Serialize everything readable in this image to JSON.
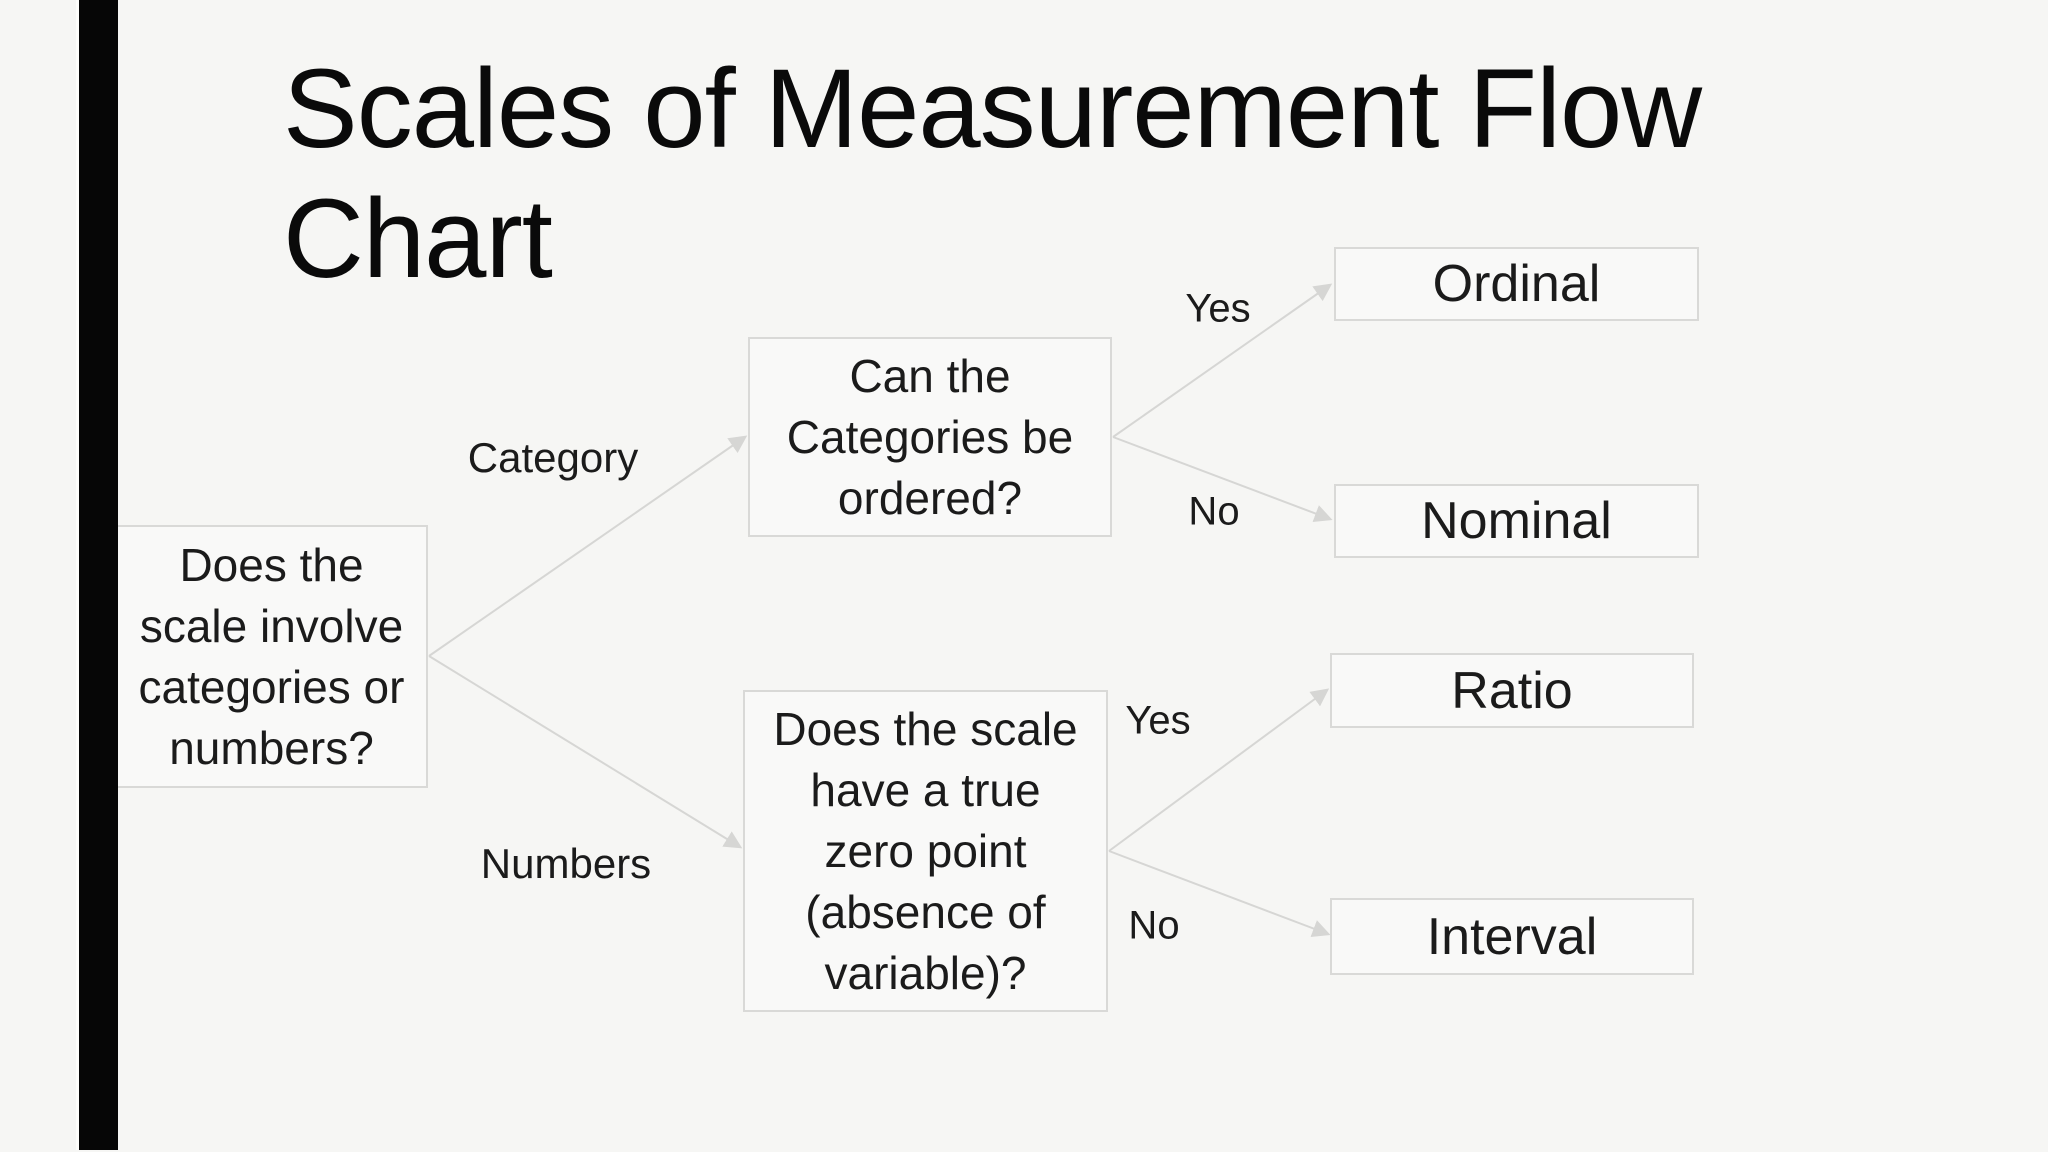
{
  "slide": {
    "title": "Scales of Measurement Flow Chart",
    "title_lines": [
      "Scales of Measurement Flow",
      "Chart"
    ],
    "colors": {
      "background": "#f6f6f4",
      "accent_bar": "#060606",
      "box_fill": "#f9f9f8",
      "box_border": "#d9d9d7",
      "connector": "#d6d6d4",
      "text": "#1b1b1b",
      "title_color": "#0a0a0a"
    }
  },
  "flowchart": {
    "decision_nodes": {
      "root": {
        "text": "Does the scale involve categories or numbers?",
        "lines": [
          "Does the",
          "scale involve",
          "categories or",
          "numbers?"
        ]
      },
      "categories": {
        "text": "Can the Categories be ordered?",
        "lines": [
          "Can the",
          "Categories be",
          "ordered?"
        ]
      },
      "numbers": {
        "text": "Does the scale have a true zero point (absence of variable)?",
        "lines": [
          "Does the scale",
          "have a true",
          "zero point",
          "(absence of",
          "variable)?"
        ]
      }
    },
    "edge_labels": {
      "category": "Category",
      "numbers": "Numbers",
      "yes_top": "Yes",
      "no_top": "No",
      "yes_bottom": "Yes",
      "no_bottom": "No"
    },
    "result_nodes": {
      "ordinal": "Ordinal",
      "nominal": "Nominal",
      "ratio": "Ratio",
      "interval": "Interval"
    }
  }
}
